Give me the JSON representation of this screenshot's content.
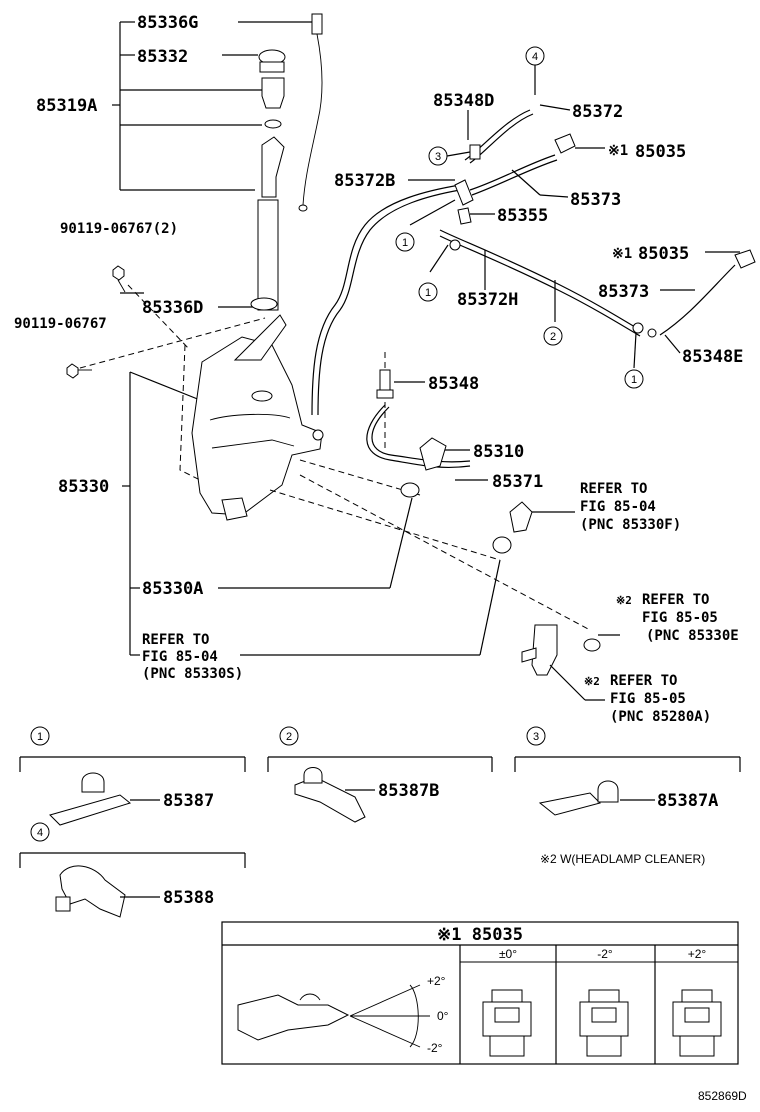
{
  "labels": {
    "p85336G": "85336G",
    "p85332": "85332",
    "p85319A": "85319A",
    "p90119_2": "90119-06767(2)",
    "p90119": "90119-06767",
    "p85336D": "85336D",
    "p85330": "85330",
    "p85330A": "85330A",
    "p85348D": "85348D",
    "p85372": "85372",
    "p85035a": "85035",
    "p85372B": "85372B",
    "p85373a": "85373",
    "p85355": "85355",
    "p85372H": "85372H",
    "p85035b": "85035",
    "p85373b": "85373",
    "p85348E": "85348E",
    "p85348": "85348",
    "p85310": "85310",
    "p85371": "85371",
    "p85387": "85387",
    "p85387B": "85387B",
    "p85387A": "85387A",
    "p85388": "85388",
    "mark1a": "※1",
    "mark1b": "※1",
    "mark2a": "※2",
    "mark2b": "※2"
  },
  "refs": {
    "r1_l1": "REFER TO",
    "r1_l2": "FIG 85-04",
    "r1_l3": "(PNC 85330F)",
    "r2_l1": "REFER TO",
    "r2_l2": "FIG 85-05",
    "r2_l3": "(PNC 85330E",
    "r3_l1": "REFER TO",
    "r3_l2": "FIG 85-05",
    "r3_l3": "(PNC 85280A)",
    "r4_l1": "REFER TO",
    "r4_l2": "FIG 85-04",
    "r4_l3": "(PNC 85330S)"
  },
  "circles": {
    "c1": "1",
    "c2": "2",
    "c3": "3",
    "c4": "4"
  },
  "note": "※2 W(HEADLAMP CLEANER)",
  "table": {
    "title": "※1 85035",
    "col1": "±0°",
    "col2": "-2°",
    "col3": "+2°",
    "angle_plus": "+2°",
    "angle_zero": "0°",
    "angle_minus": "-2°"
  },
  "diagram_id": "852869D"
}
